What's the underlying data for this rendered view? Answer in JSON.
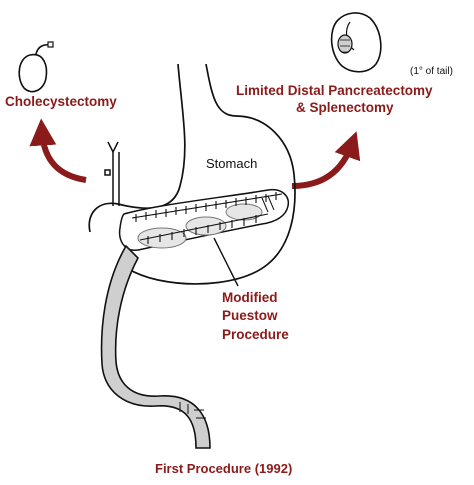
{
  "labels": {
    "left_procedure": "Cholecystectomy",
    "right_note": "(1° of tail)",
    "right_line1": "Limited Distal Pancreatectomy",
    "right_line2": "& Splenectomy",
    "organ": "Stomach",
    "center_line1": "Modified",
    "center_line2": "Puestow",
    "center_line3": "Procedure",
    "caption": "First Procedure (1992)"
  },
  "colors": {
    "accent": "#8b1a1a",
    "ink": "#111111",
    "jejunum_fill": "#cfcfcf",
    "duct_fill": "#e6e6e6"
  }
}
